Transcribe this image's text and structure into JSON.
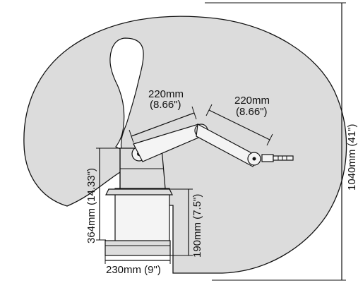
{
  "labels": {
    "upper_arm_mm": "220mm",
    "upper_arm_in": "(8.66\")",
    "forearm_mm": "220mm",
    "forearm_in": "(8.66\")",
    "shoulder_height": "364mm (14.33\")",
    "base_height": "190mm (7.5\")",
    "base_width": "230mm (9\")",
    "reach_diameter": "1040mm (41\")"
  },
  "colors": {
    "workspace_fill": "#dcdcdc",
    "outline": "#111111"
  }
}
